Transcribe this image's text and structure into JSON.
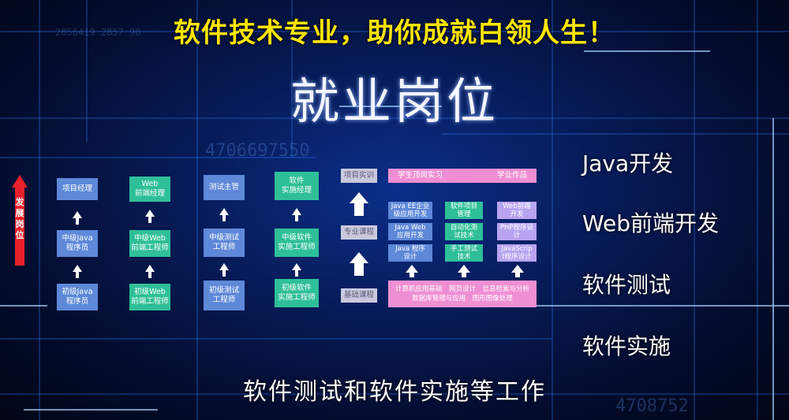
{
  "headline": "软件技术专业，助你成就白领人生！",
  "title": "就业岗位",
  "subtitle": "软件测试和软件实施等工作",
  "right_list": [
    "Java开发",
    "Web前端开发",
    "软件测试",
    "软件实施"
  ],
  "diagram": {
    "growth_label": "发展岗位",
    "columns": [
      {
        "top": "项目经理",
        "mid": "中级Java\n程序员",
        "bottom": "初级Java\n程序员"
      },
      {
        "top": "Web\n前端经理",
        "mid": "中级Web\n前端工程师",
        "bottom": "初级Web\n前端工程师"
      },
      {
        "top": "测试主管",
        "mid": "中级测试\n工程师",
        "bottom": "初级测试\n工程师"
      },
      {
        "top": "软件\n实施经理",
        "mid": "中级软件\n实施工程师",
        "bottom": "初级软件\n实施工程师"
      }
    ],
    "course_levels": [
      "项目实训",
      "专业课程",
      "基础课程"
    ],
    "practice_bar": {
      "left": "学生顶岗实习",
      "right": "学业作品"
    },
    "professional": [
      [
        "Java EE企业\n级应用开发",
        "软件项目\n管理",
        "Web前端\n开发"
      ],
      [
        "Java Web\n应用开发",
        "自动化测\n试技术",
        "PHP程序设\n计"
      ],
      [
        "Java 程序\n设计",
        "手工测试\n技术",
        "JavaScrip\nt程序设计"
      ]
    ],
    "foundation_line1": "计算机应用基础　网页设计　信息检索与分析",
    "foundation_line2": "数据库管理与应用　图形图像处理"
  }
}
